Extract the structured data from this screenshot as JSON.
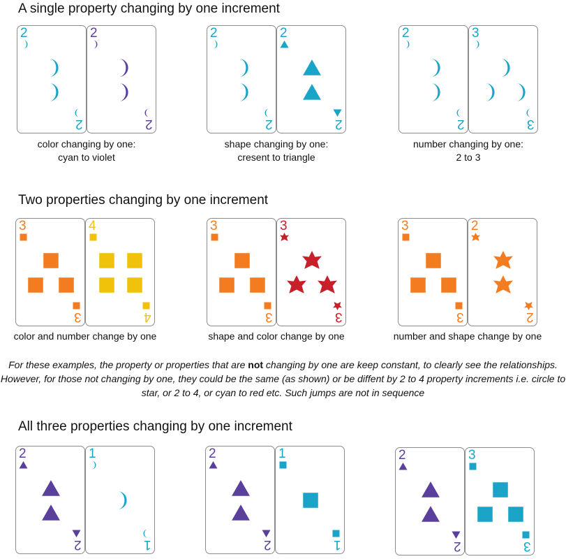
{
  "colors": {
    "cyan": "#1aa5c8",
    "violet": "#5b3f9c",
    "orange": "#f47c20",
    "yellow": "#f0c20a",
    "red": "#c8202a",
    "border": "#8c8c8c"
  },
  "sections": {
    "single": {
      "title": "A single property changing by one increment"
    },
    "two": {
      "title": "Two properties changing by one increment"
    },
    "three": {
      "title": "All three properties changing by one increment"
    }
  },
  "examples": [
    {
      "caption_line1": "color changing by one:",
      "caption_line2": "cyan to violet",
      "cards": [
        {
          "number": "2",
          "shape": "crescent",
          "color": "cyan"
        },
        {
          "number": "2",
          "shape": "crescent",
          "color": "violet"
        }
      ]
    },
    {
      "caption_line1": "shape changing by one:",
      "caption_line2": "cresent to triangle",
      "cards": [
        {
          "number": "2",
          "shape": "crescent",
          "color": "cyan"
        },
        {
          "number": "2",
          "shape": "triangle",
          "color": "cyan"
        }
      ]
    },
    {
      "caption_line1": "number changing by one:",
      "caption_line2": "2 to 3",
      "cards": [
        {
          "number": "2",
          "shape": "crescent",
          "color": "cyan"
        },
        {
          "number": "3",
          "shape": "crescent",
          "color": "cyan"
        }
      ]
    },
    {
      "caption_line1": "color and number change by one",
      "caption_line2": "",
      "cards": [
        {
          "number": "3",
          "shape": "square",
          "color": "orange"
        },
        {
          "number": "4",
          "shape": "square",
          "color": "yellow"
        }
      ]
    },
    {
      "caption_line1": "shape and color change by one",
      "caption_line2": "",
      "cards": [
        {
          "number": "3",
          "shape": "square",
          "color": "orange"
        },
        {
          "number": "3",
          "shape": "star",
          "color": "red"
        }
      ]
    },
    {
      "caption_line1": "number and shape change by one",
      "caption_line2": "",
      "cards": [
        {
          "number": "3",
          "shape": "square",
          "color": "orange"
        },
        {
          "number": "2",
          "shape": "star",
          "color": "orange"
        }
      ]
    },
    {
      "caption_line1": "",
      "caption_line2": "",
      "cards": [
        {
          "number": "2",
          "shape": "triangle",
          "color": "violet"
        },
        {
          "number": "1",
          "shape": "crescent",
          "color": "cyan"
        }
      ]
    },
    {
      "caption_line1": "",
      "caption_line2": "",
      "cards": [
        {
          "number": "2",
          "shape": "triangle",
          "color": "violet"
        },
        {
          "number": "1",
          "shape": "square",
          "color": "cyan"
        }
      ]
    },
    {
      "caption_line1": "",
      "caption_line2": "",
      "cards": [
        {
          "number": "2",
          "shape": "triangle",
          "color": "violet"
        },
        {
          "number": "3",
          "shape": "square",
          "color": "cyan"
        }
      ]
    }
  ],
  "note": {
    "part1": "For these examples, the property or properties that are ",
    "bold": "not",
    "part2": " changing by one are keep constant, to clearly see the relationships.  However, for those not changing by one, they could be the same (as shown) or be diffent by 2 to 4 property increments i.e. circle to star, or 2 to 4, or cyan to red etc.  Such jumps are not in sequence"
  }
}
